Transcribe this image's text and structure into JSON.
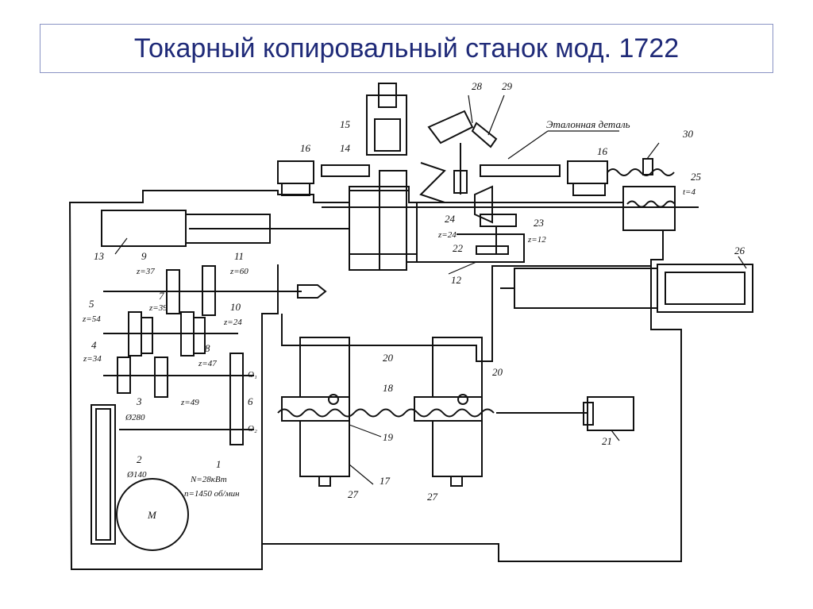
{
  "title": "Токарный копировальный станок мод. 1722",
  "labels": {
    "n1": "1",
    "n2": "2",
    "n3": "3",
    "n4": "4",
    "n5": "5",
    "n6": "6",
    "n7": "7",
    "n8": "8",
    "n9": "9",
    "n10": "10",
    "n11": "11",
    "n12": "12",
    "n13": "13",
    "n14": "14",
    "n15": "15",
    "n16a": "16",
    "n16b": "16",
    "n17": "17",
    "n18": "18",
    "n19": "19",
    "n20a": "20",
    "n20b": "20",
    "n21": "21",
    "n22": "22",
    "n23": "23",
    "n24": "24",
    "n25": "25",
    "n26": "26",
    "n27a": "27",
    "n27b": "27",
    "n28": "28",
    "n29": "29",
    "n30": "30",
    "z37": "z=37",
    "z60": "z=60",
    "z39": "z=39",
    "z54": "z=54",
    "z24a": "z=24",
    "z34": "z=34",
    "z47": "z=47",
    "z49": "z=49",
    "z24b": "z=24",
    "z12": "z=12",
    "t4": "t=4",
    "d280": "Ø280",
    "d140": "Ø140",
    "motor": "М",
    "power": "N=28кВт",
    "speed": "n=1450 об/мин",
    "o1": "О₁",
    "o2": "О₂",
    "etalon": "Эталонная деталь"
  }
}
